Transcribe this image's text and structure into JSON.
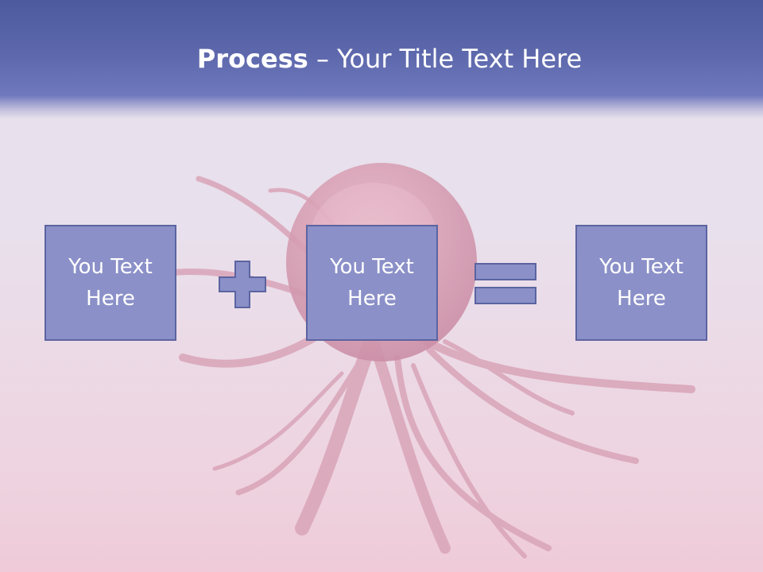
{
  "title": {
    "bold": "Process",
    "rest": " – Your Title Text Here"
  },
  "process": {
    "box1": "You Text Here",
    "box2": "You Text Here",
    "box3": "You Text Here",
    "operator1_icon": "plus-icon",
    "operator2_icon": "equals-icon"
  },
  "colors": {
    "header": "#5d68ac",
    "box_fill": "#8b90c8",
    "box_border": "#5c64a0",
    "background_image_tone": "#d6a3b8"
  }
}
